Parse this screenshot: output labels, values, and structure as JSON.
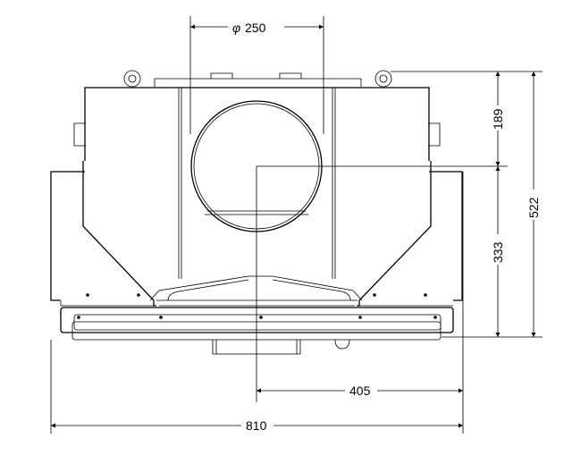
{
  "dimensions": {
    "diameter_symbol": "φ",
    "diameter": "250",
    "top_to_center": "189",
    "center_to_bottom": "333",
    "total_height": "522",
    "half_width": "405",
    "total_width": "810"
  }
}
